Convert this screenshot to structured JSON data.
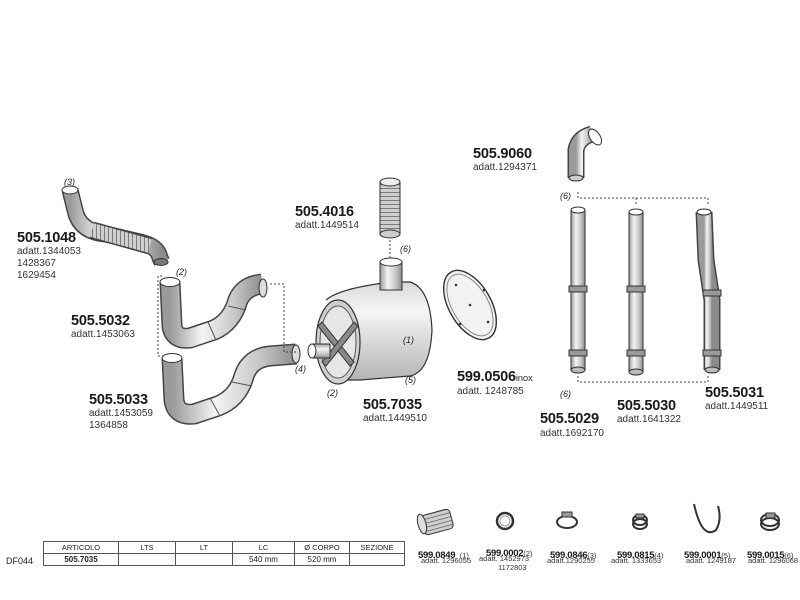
{
  "labels": {
    "p1048": "505.1048",
    "p1048_ad1": "adatt.1344053",
    "p1048_ad2": "1428367",
    "p1048_ad3": "1629454",
    "p5032": "505.5032",
    "p5032_ad": "adatt.1453063",
    "p5033": "505.5033",
    "p5033_ad1": "adatt.1453059",
    "p5033_ad2": "1364858",
    "p4016": "505.4016",
    "p4016_ad": "adatt.1449514",
    "p7035": "505.7035",
    "p7035_ad": "adatt.1449510",
    "p0506": "599.0506",
    "p0506_note": "inox",
    "p0506_ad": "adatt. 1248785",
    "p9060": "505.9060",
    "p9060_ad": "adatt.1294371",
    "p5029": "505.5029",
    "p5029_ad": "adatt.1692170",
    "p5030": "505.5030",
    "p5030_ad": "adatt.1641322",
    "p5031": "505.5031",
    "p5031_ad": "adatt.1449511"
  },
  "callouts": {
    "c3": "(3)",
    "c2a": "(2)",
    "c4": "(4)",
    "c6a": "(6)",
    "c1": "(1)",
    "c2b": "(2)",
    "c5": "(5)",
    "c6b": "(6)",
    "c6c": "(6)"
  },
  "small_parts": [
    {
      "pn": "599.0849",
      "idx": "(1)",
      "ad": "adatt. 1296055",
      "ad2": ""
    },
    {
      "pn": "599.0002",
      "idx": "(2)",
      "ad": "adatt. 1452973",
      "ad2": "1172803"
    },
    {
      "pn": "599.0846",
      "idx": "(3)",
      "ad": "adatt.1290255",
      "ad2": ""
    },
    {
      "pn": "599.0815",
      "idx": "(4)",
      "ad": "adatt.  1333653",
      "ad2": ""
    },
    {
      "pn": "599.0001",
      "idx": "(5)",
      "ad": "adatt. 1249187",
      "ad2": ""
    },
    {
      "pn": "599.0015",
      "idx": "(6)",
      "ad": "adatt. 1296068",
      "ad2": ""
    }
  ],
  "table": {
    "headers": [
      "ARTICOLO",
      "LTS",
      "LT",
      "LC",
      "Ø CORPO",
      "SEZIONE"
    ],
    "row": [
      "505.7035",
      "",
      "",
      "540  mm",
      "520  mm",
      ""
    ]
  },
  "drawing_code": "DF044"
}
